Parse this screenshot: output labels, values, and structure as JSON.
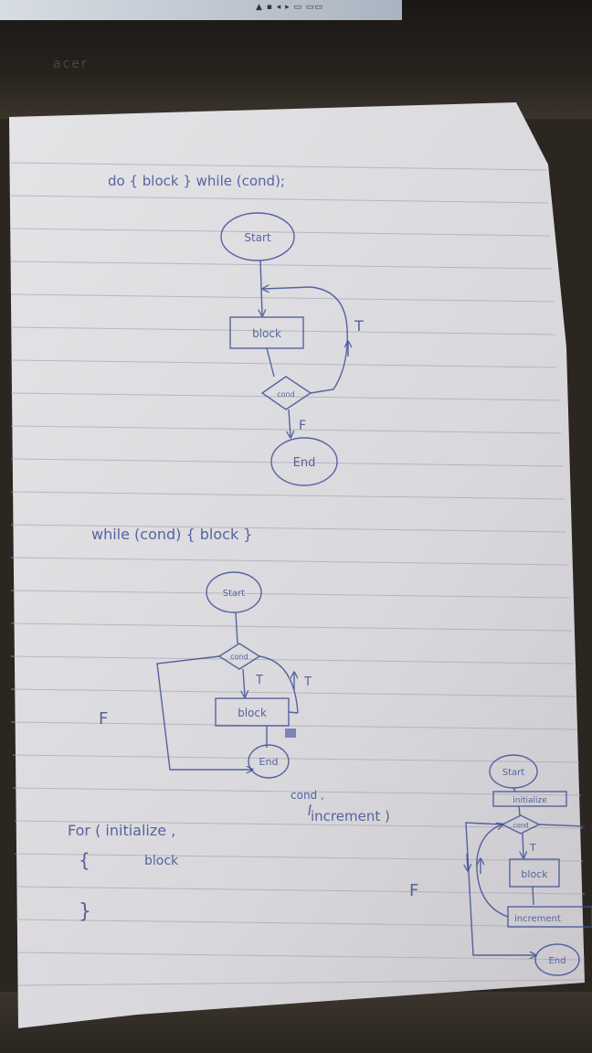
{
  "background": {
    "screen_tray": "▲ ▪ ◂ ▸  ▭  ▭▭",
    "laptop_brand": "acer"
  },
  "diagram1": {
    "heading": "do { block } while (cond);",
    "start": "Start",
    "block": "block",
    "cond": "cond",
    "true_label": "T",
    "false_label": "F",
    "end": "End"
  },
  "diagram2": {
    "heading": "while (cond) { block }",
    "start": "Start",
    "cond": "cond",
    "true_label_1": "T",
    "true_label_2": "T",
    "block": "block",
    "false_label": "F",
    "end": "End"
  },
  "diagram3": {
    "heading_prefix": "For ( initialize ,",
    "heading_insert": "cond ,",
    "heading_suffix": "increment )",
    "brace_open": "{",
    "body": "block",
    "brace_close": "}",
    "start": "Start",
    "initialize": "initialize",
    "cond": "cond",
    "true_label": "T",
    "block": "block",
    "increment": "increment",
    "false_label": "F",
    "end": "End"
  }
}
